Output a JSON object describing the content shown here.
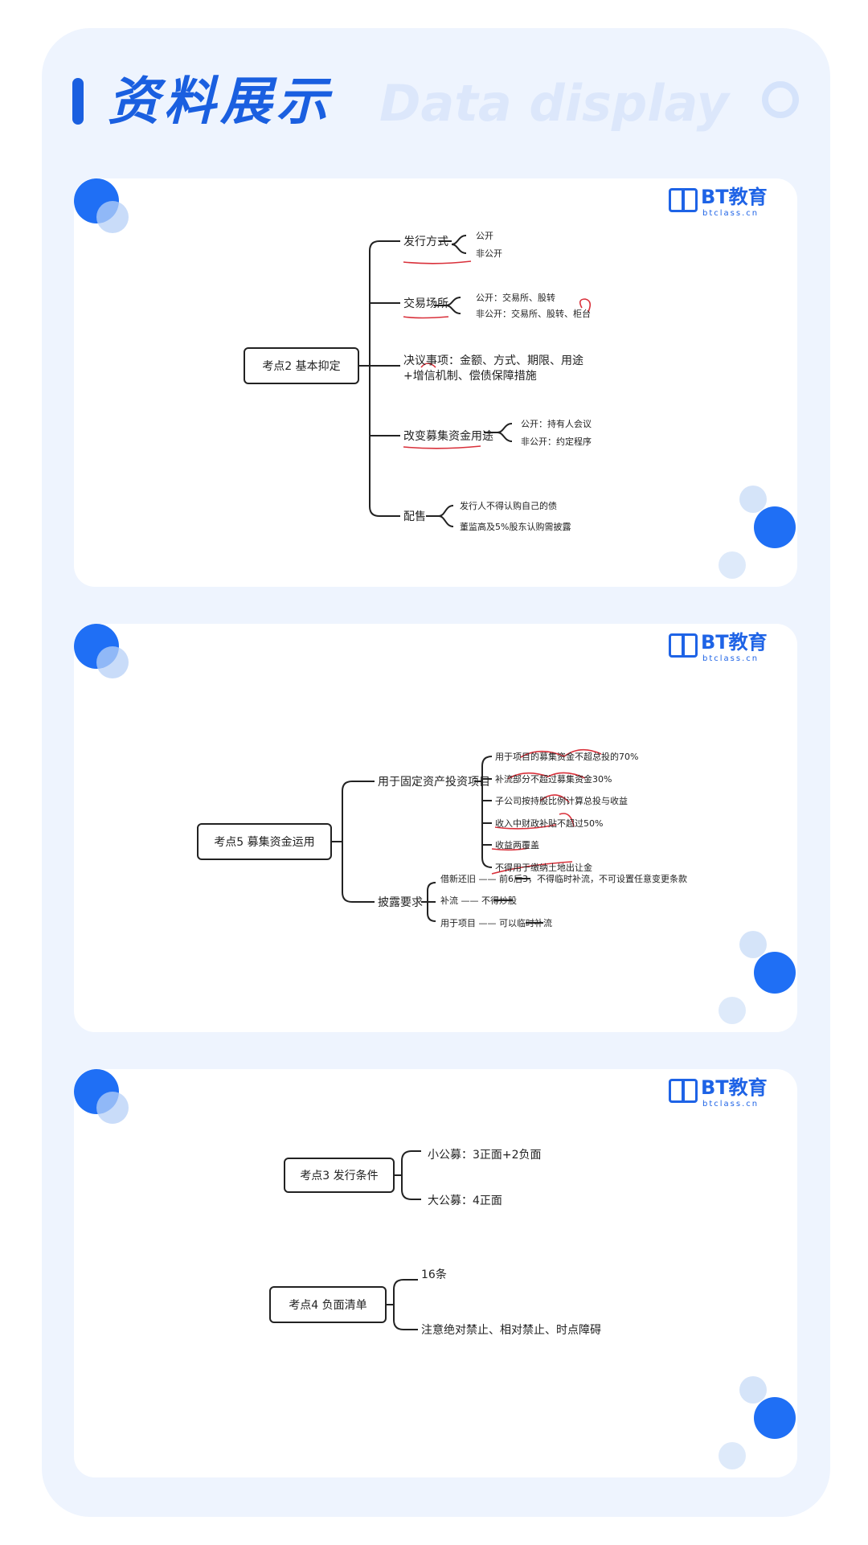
{
  "header": {
    "title": "资料展示",
    "subtitle": "Data display"
  },
  "brand": {
    "name": "BT教育",
    "domain": "btclass.cn"
  },
  "map1": {
    "root": "考点2 基本抑定",
    "b1": "发行方式",
    "b1c1": "公开",
    "b1c2": "非公开",
    "b2": "交易场所",
    "b2c1": "公开：交易所、股转",
    "b2c2": "非公开：交易所、股转、柜台",
    "b3l1": "决议事项：金额、方式、期限、用途",
    "b3l2": "+增信机制、偿债保障措施",
    "b4": "改变募集资金用途",
    "b4c1": "公开：持有人会议",
    "b4c2": "非公开：约定程序",
    "b5": "配售",
    "b5c1": "发行人不得认购自己的债",
    "b5c2": "董监高及5%股东认购需披露"
  },
  "map2": {
    "root": "考点5 募集资金运用",
    "b1": "用于固定资产投资项目",
    "b1c1": "用于项目的募集资金不超总投的70%",
    "b1c2": "补流部分不超过募集资金30%",
    "b1c3": "子公司按持股比例计算总投与收益",
    "b1c4": "收入中财政补贴不超过50%",
    "b1c5": "收益两覆盖",
    "b1c6": "不得用于缴纳土地出让金",
    "b2": "披露要求",
    "b2c1": "借新还旧 —— 前6后3，不得临时补流，不可设置任意变更条款",
    "b2c2": "补流 —— 不得炒股",
    "b2c3": "用于项目 —— 可以临时补流"
  },
  "map3": {
    "root1": "考点3 发行条件",
    "r1c1": "小公募：3正面+2负面",
    "r1c2": "大公募：4正面",
    "root2": "考点4 负面清单",
    "r2c1": "16条",
    "r2c2": "注意绝对禁止、相对禁止、时点障碍"
  },
  "colors": {
    "accent": "#1a5fe0",
    "annotation": "#d9303a",
    "panel": "#eef4fe"
  }
}
